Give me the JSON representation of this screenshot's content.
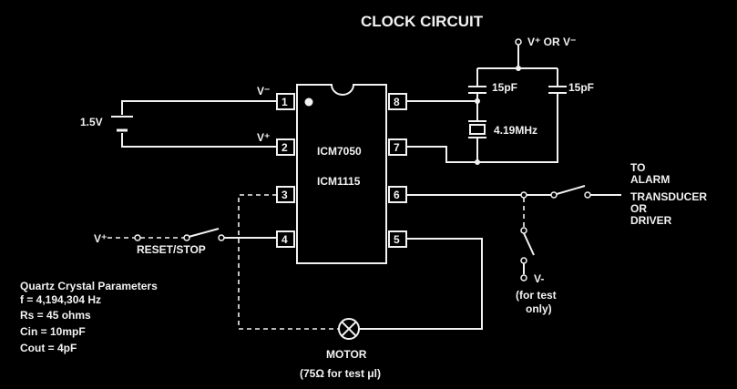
{
  "title": "CLOCK CIRCUIT",
  "supply_label": "V⁺ OR V⁻",
  "chip": {
    "line1": "ICM7050",
    "line2": "ICM1115"
  },
  "pins": [
    "1",
    "2",
    "3",
    "4",
    "5",
    "6",
    "7",
    "8"
  ],
  "pin_labels": {
    "pin1": "V⁻",
    "pin2": "V⁺"
  },
  "battery_label": "1.5V",
  "capacitors": [
    "15pF",
    "15pF"
  ],
  "crystal_label": "4.19MHz",
  "switch": {
    "supply": "V⁺",
    "label": "RESET/STOP"
  },
  "output": {
    "line1": "TO",
    "line2": "ALARM",
    "line3": "TRANSDUCER",
    "line4": "OR",
    "line5": "DRIVER"
  },
  "test_tap": {
    "line1": "V-",
    "line2": "(for test",
    "line3": "only)"
  },
  "motor": {
    "line1": "MOTOR",
    "line2": "(75Ω for test μl)"
  },
  "crystal_params": {
    "heading": "Quartz Crystal Parameters",
    "f": "f = 4,194,304 Hz",
    "rs": "Rs = 45 ohms",
    "cin": "Cin = 10mpF",
    "cout": "Cout = 4pF"
  }
}
